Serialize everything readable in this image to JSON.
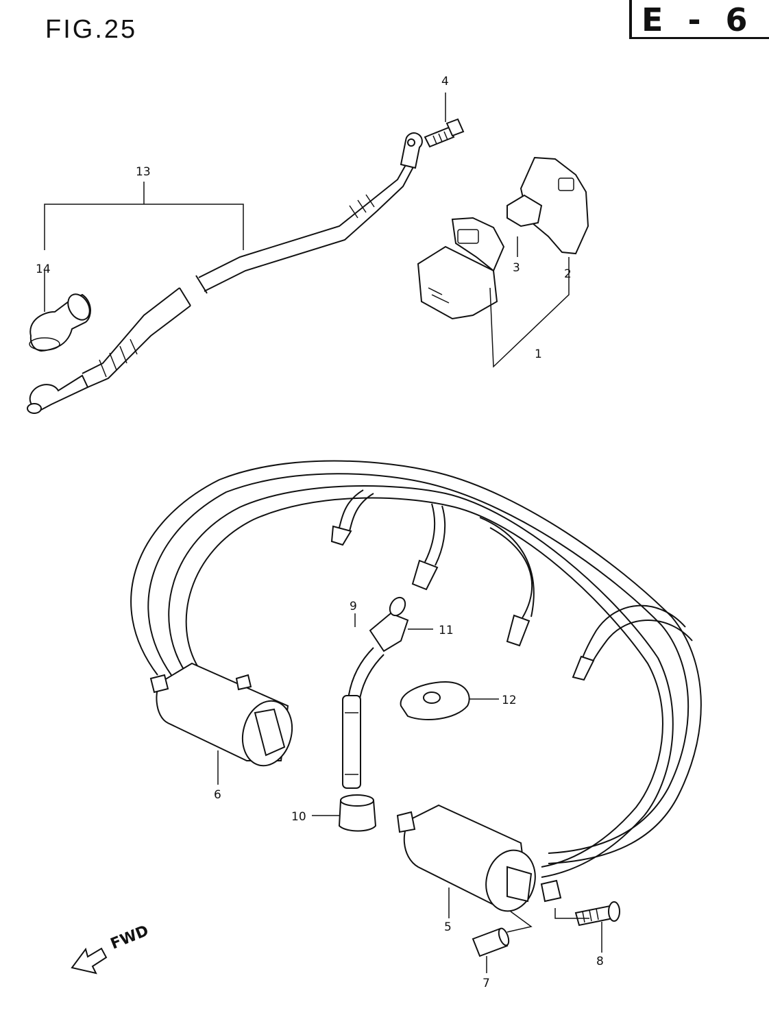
{
  "figure": {
    "title": "FIG.25",
    "section": "E - 6"
  },
  "fwd_label": "FWD",
  "callouts": [
    {
      "num": "1"
    },
    {
      "num": "2"
    },
    {
      "num": "3"
    },
    {
      "num": "4"
    },
    {
      "num": "5"
    },
    {
      "num": "6"
    },
    {
      "num": "7"
    },
    {
      "num": "8"
    },
    {
      "num": "9"
    },
    {
      "num": "10"
    },
    {
      "num": "11"
    },
    {
      "num": "12"
    },
    {
      "num": "13"
    },
    {
      "num": "14"
    }
  ]
}
